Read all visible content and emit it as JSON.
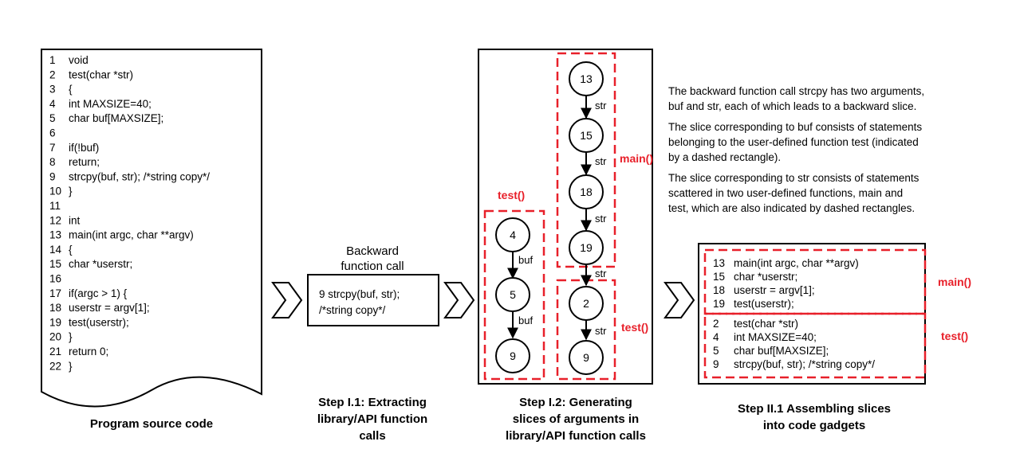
{
  "source": {
    "caption": "Program source code",
    "lines": [
      {
        "n": "1",
        "code": "void"
      },
      {
        "n": "2",
        "code": "test(char *str)"
      },
      {
        "n": "3",
        "code": "{"
      },
      {
        "n": "4",
        "code": "  int MAXSIZE=40;"
      },
      {
        "n": "5",
        "code": "  char buf[MAXSIZE];"
      },
      {
        "n": "6",
        "code": ""
      },
      {
        "n": "7",
        "code": "  if(!buf)"
      },
      {
        "n": "8",
        "code": "       return;"
      },
      {
        "n": "9",
        "code": "  strcpy(buf, str); /*string copy*/"
      },
      {
        "n": "10",
        "code": "  }"
      },
      {
        "n": "11",
        "code": ""
      },
      {
        "n": "12",
        "code": "  int"
      },
      {
        "n": "13",
        "code": "  main(int argc, char **argv)"
      },
      {
        "n": "14",
        "code": "  {"
      },
      {
        "n": "15",
        "code": "   char *userstr;"
      },
      {
        "n": "16",
        "code": ""
      },
      {
        "n": "17",
        "code": "    if(argc > 1) {"
      },
      {
        "n": "18",
        "code": "        userstr = argv[1];"
      },
      {
        "n": "19",
        "code": "        test(userstr);"
      },
      {
        "n": "20",
        "code": "     }"
      },
      {
        "n": "21",
        "code": "    return 0;"
      },
      {
        "n": "22",
        "code": "  }"
      }
    ]
  },
  "step1": {
    "title_line1": "Backward",
    "title_line2": "function call",
    "box_line1": "9  strcpy(buf, str);",
    "box_line2": "/*string copy*/",
    "caption": [
      "Step I.1: Extracting",
      "library/API function",
      "calls"
    ]
  },
  "step2": {
    "test_label": "test()",
    "main_label": "main()",
    "test_label2": "test()",
    "buf_nodes": [
      "4",
      "5",
      "9"
    ],
    "buf_edge": "buf",
    "str_nodes": [
      "13",
      "15",
      "18",
      "19",
      "2",
      "9"
    ],
    "str_edge": "str",
    "caption": [
      "Step I.2: Generating",
      "slices of arguments in",
      "library/API function calls"
    ]
  },
  "description": [
    "The backward function call strcpy has two arguments,",
    "buf and str, each of which leads to a backward slice.",
    "The slice corresponding to buf consists of statements",
    "belonging to the user-defined function test (indicated",
    "by a dashed rectangle).",
    "The slice corresponding to str consists of statements",
    "scattered in two user-defined functions, main and",
    "test, which are also indicated by dashed rectangles."
  ],
  "step3": {
    "main_label": "main()",
    "test_label": "test()",
    "main_lines": [
      {
        "n": "13",
        "code": "main(int argc, char **argv)"
      },
      {
        "n": "15",
        "code": "char *userstr;"
      },
      {
        "n": "18",
        "code": "userstr = argv[1];"
      },
      {
        "n": "19",
        "code": "test(userstr);"
      }
    ],
    "test_lines": [
      {
        "n": "2",
        "code": "test(char *str)"
      },
      {
        "n": "4",
        "code": "int MAXSIZE=40;"
      },
      {
        "n": "5",
        "code": "char buf[MAXSIZE];"
      },
      {
        "n": "9",
        "code": "strcpy(buf, str); /*string copy*/"
      }
    ],
    "caption": [
      "Step II.1 Assembling slices",
      "into code gadgets"
    ]
  },
  "colors": {
    "accent": "#e8202a",
    "ink": "#000000"
  }
}
